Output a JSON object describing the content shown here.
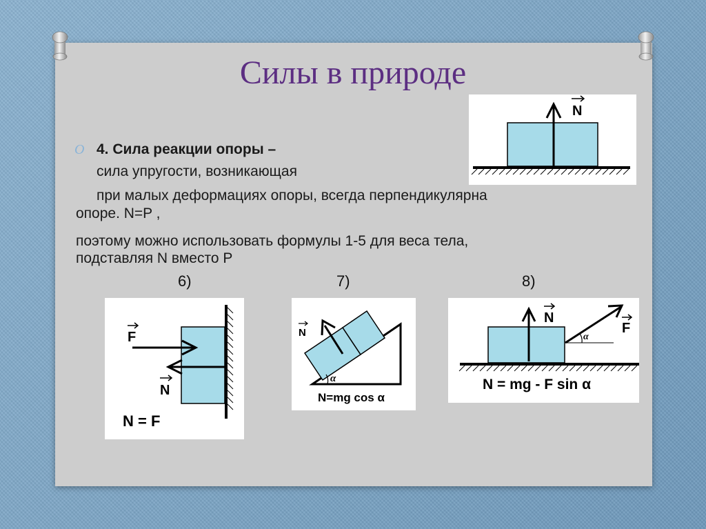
{
  "slide": {
    "title": "Силы в природе",
    "bullet_mark": "O",
    "heading": "4. Сила реакции опоры –",
    "line2": "сила упругости, возникающая",
    "line3": "при малых деформациях опоры, всегда перпендикулярна",
    "line4": "опоре. N=P ,",
    "line5": "поэтому можно использовать формулы 1-5 для веса тела,",
    "line6": "подставляя N вместо P"
  },
  "figures": {
    "top": {
      "vector_label": "N"
    },
    "fig6": {
      "number": "6)",
      "force_label": "F",
      "normal_label": "N",
      "formula": "N = F"
    },
    "fig7": {
      "number": "7)",
      "normal_label": "N",
      "angle_label": "α",
      "formula": "N=mg cos α"
    },
    "fig8": {
      "number": "8)",
      "normal_label": "N",
      "force_label": "F",
      "angle_label": "α",
      "formula": "N = mg - F sin α"
    }
  },
  "colors": {
    "title": "#5c2e82",
    "block_fill": "#a7dbe9",
    "board": "#cdcdcd"
  }
}
